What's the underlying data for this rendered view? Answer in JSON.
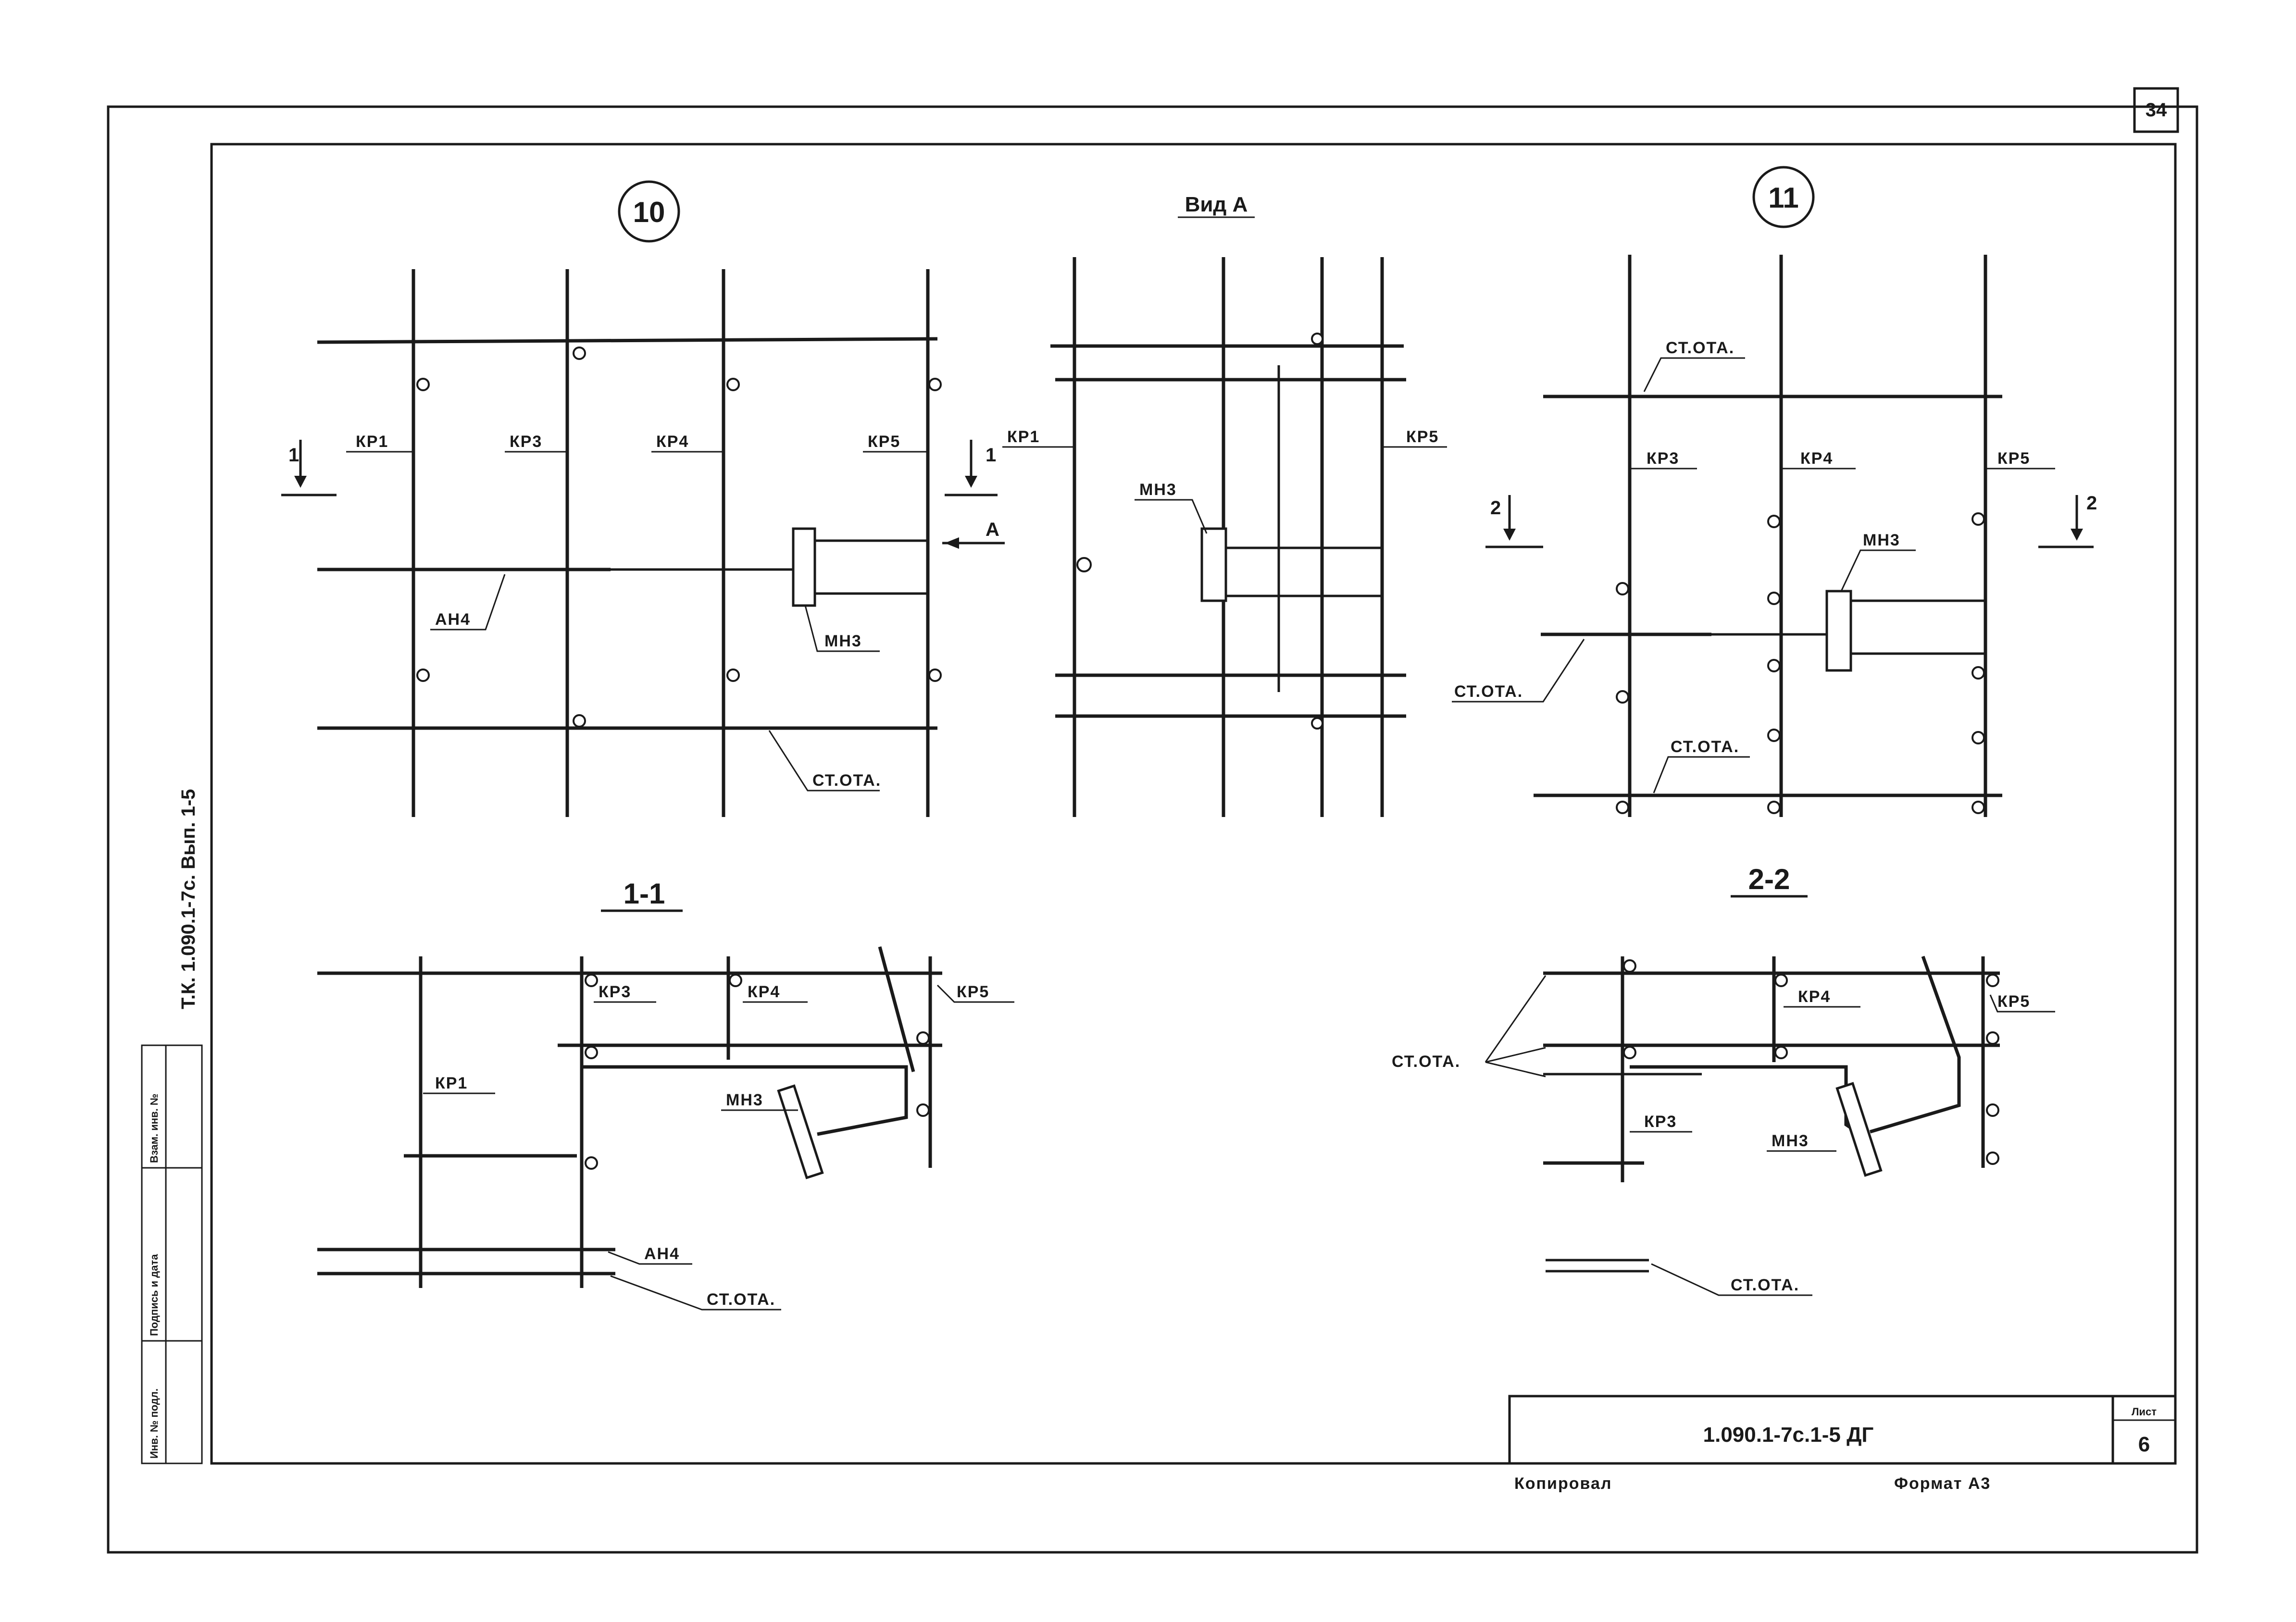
{
  "page_number": "34",
  "side_title": "Т.К. 1.090.1-7с. Вып. 1-5",
  "stamp_columns": [
    "Инв. № подл.",
    "Подпись и дата",
    "Взам. инв. №"
  ],
  "title_block": {
    "code": "1.090.1-7с.1-5 ДГ",
    "sheet_label": "Лист",
    "sheet_number": "6",
    "copied": "Копировал",
    "format": "Формат А3"
  },
  "views": {
    "node10": {
      "circle": "10",
      "labels": {
        "kr1": "КР1",
        "kr3": "КР3",
        "kr4": "КР4",
        "kr5": "КР5",
        "an4": "АН4",
        "mn3": "МН3",
        "st_ota": "СТ.ОТА.",
        "cut_mark": "1",
        "view_arrow": "А"
      }
    },
    "view_a": {
      "title": "Вид А",
      "labels": {
        "kr1": "КР1",
        "kr5": "КР5",
        "mn3": "МН3"
      }
    },
    "node11": {
      "circle": "11",
      "labels": {
        "st_ota_top": "СТ.ОТА.",
        "kr3": "КР3",
        "kr4": "КР4",
        "kr5": "КР5",
        "mn3": "МН3",
        "st_ota_left": "СТ.ОТА.",
        "st_ota_bottom": "СТ.ОТА.",
        "cut_mark": "2"
      }
    },
    "section_1": {
      "title": "1-1",
      "labels": {
        "kr3": "КР3",
        "kr4": "КР4",
        "kr5": "КР5",
        "kr1": "КР1",
        "mn3": "МН3",
        "an4": "АН4",
        "st_ota": "СТ.ОТА."
      }
    },
    "section_2": {
      "title": "2-2",
      "labels": {
        "kr4": "КР4",
        "kr5": "КР5",
        "st_ota": "СТ.ОТА.",
        "kr3": "КР3",
        "mn3": "МН3",
        "st_ota_bottom": "СТ.ОТА."
      }
    }
  }
}
